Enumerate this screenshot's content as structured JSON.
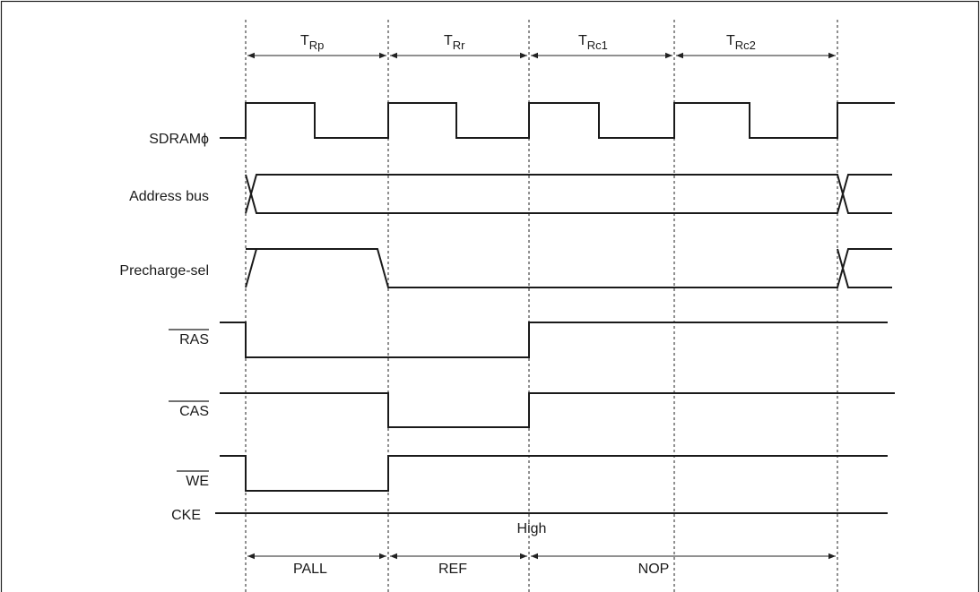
{
  "timing_labels": [
    {
      "main": "T",
      "sub": "Rp"
    },
    {
      "main": "T",
      "sub": "Rr"
    },
    {
      "main": "T",
      "sub": "Rc1"
    },
    {
      "main": "T",
      "sub": "Rc2"
    }
  ],
  "signals": {
    "clock": "SDRAMϕ",
    "address": "Address bus",
    "precharge": "Precharge-sel",
    "ras": "RAS",
    "cas": "CAS",
    "we": "WE",
    "cke": "CKE"
  },
  "cke_level": "High",
  "commands": [
    "PALL",
    "REF",
    "NOP"
  ]
}
